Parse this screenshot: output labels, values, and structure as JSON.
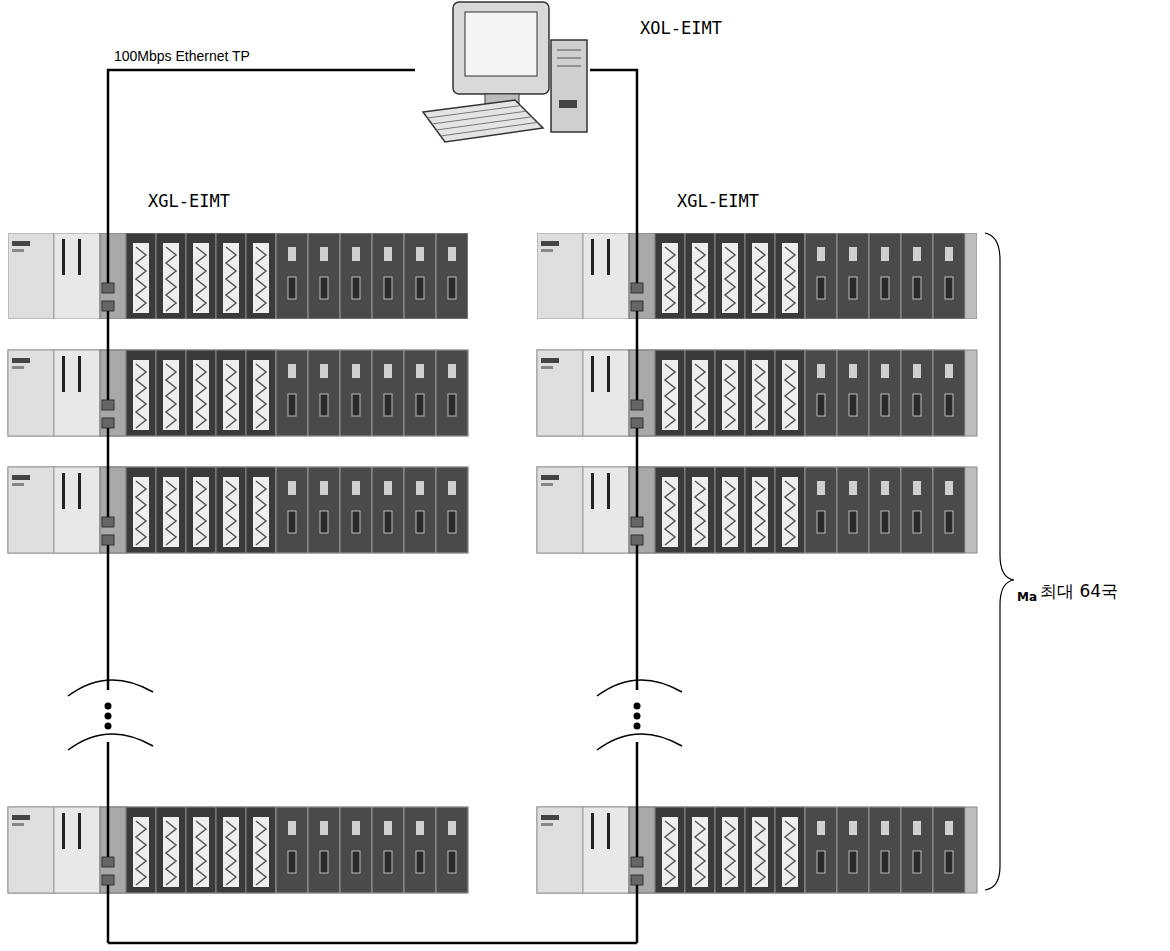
{
  "diagram": {
    "nodes": [
      {
        "text": [
          "XOL-EIMT"
        ]
      },
      {
        "text": [
          "XGL-EIMT"
        ]
      },
      {
        "text": [
          "XGL-EIMT"
        ]
      }
    ],
    "edges": [
      {
        "from": 0,
        "to": 1,
        "arrow": "none",
        "label": "100Mbps Ethernet TP"
      },
      {
        "from": 0,
        "to": 2,
        "arrow": "none"
      }
    ],
    "labels": [
      "Ma",
      "최대 64국"
    ]
  }
}
